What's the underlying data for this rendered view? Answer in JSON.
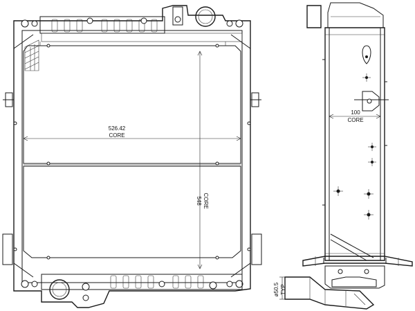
{
  "front_view": {
    "width_dimension": {
      "value": "526.42",
      "label": "CORE"
    },
    "height_dimension": {
      "value": "548",
      "label": "CORE"
    }
  },
  "side_view": {
    "depth_dimension": {
      "value": "100",
      "label": "CORE"
    },
    "pipe_dimension": {
      "value": "ø50.5",
      "label": "TYP"
    }
  },
  "colors": {
    "line": "#1a1a1a",
    "background": "#ffffff"
  }
}
